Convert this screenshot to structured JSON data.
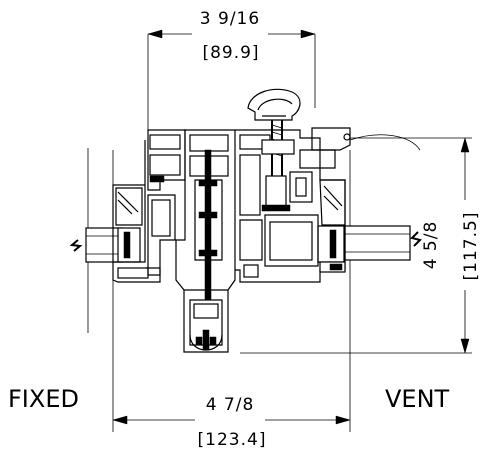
{
  "labels": {
    "top_dim_imperial": "3 9/16",
    "top_dim_metric": "[89.9]",
    "right_dim_imperial": "4 5/8",
    "right_dim_metric": "[117.5]",
    "bottom_dim_imperial": "4 7/8",
    "bottom_dim_metric": "[123.4]",
    "left_side": "FIXED",
    "right_side": "VENT"
  }
}
